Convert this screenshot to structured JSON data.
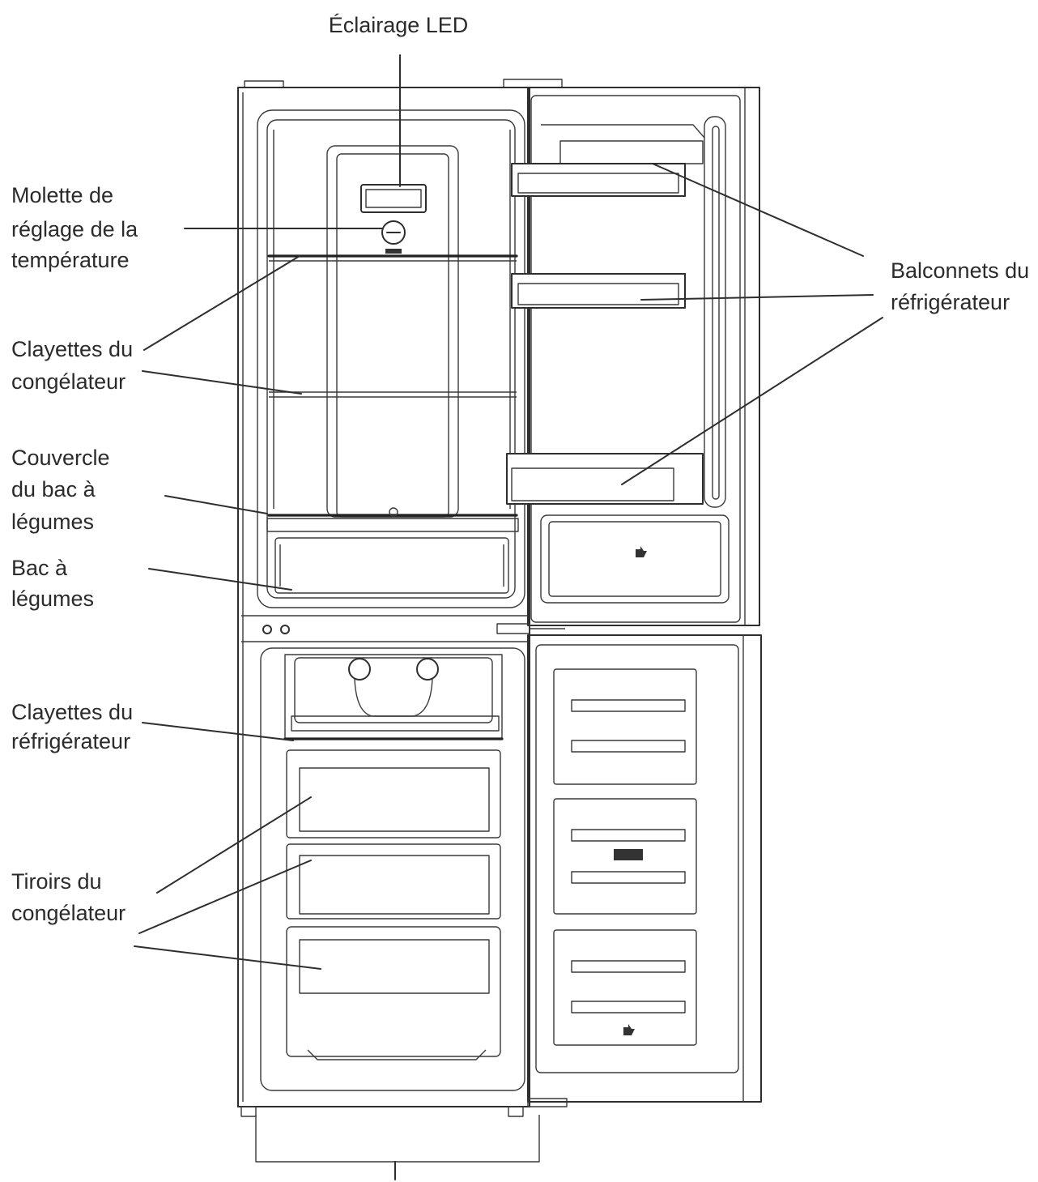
{
  "labels": {
    "led": "Éclairage LED",
    "molette": [
      "Molette de",
      "réglage de la",
      "température"
    ],
    "clayettes_congelateur": [
      "Clayettes du",
      "congélateur"
    ],
    "couvercle": [
      "Couvercle",
      "du bac à",
      "légumes"
    ],
    "bac": [
      "Bac à",
      "légumes"
    ],
    "clayettes_refrigerateur": [
      "Clayettes du",
      "réfrigérateur"
    ],
    "tiroirs": [
      "Tiroirs du",
      "congélateur"
    ],
    "balconnets": [
      "Balconnets du",
      "réfrigérateur"
    ]
  }
}
